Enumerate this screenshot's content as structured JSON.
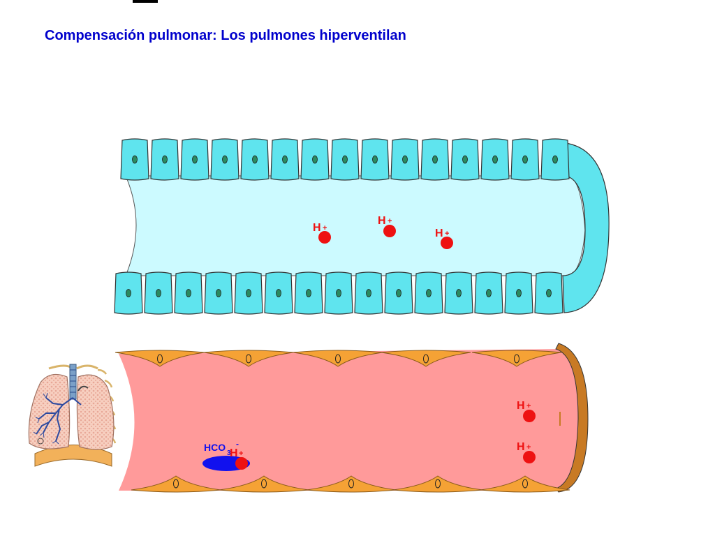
{
  "title": "Compensación pulmonar: Los pulmones hiperventilan",
  "ion_labels": {
    "h": "H",
    "plus": "+",
    "hco": "HCO",
    "hco_sub": "3",
    "minus": "-"
  },
  "colors": {
    "title": "#0000cc",
    "airway_cell": "#5fe4ee",
    "airway_lumen": "#ccfaff",
    "vessel_lumen": "#ff9a9a",
    "endothelial_cell": "#f5a235",
    "ion": "#ee1111",
    "bicarbonate": "#1111ee"
  },
  "icons": [
    "lungs-illustration"
  ]
}
